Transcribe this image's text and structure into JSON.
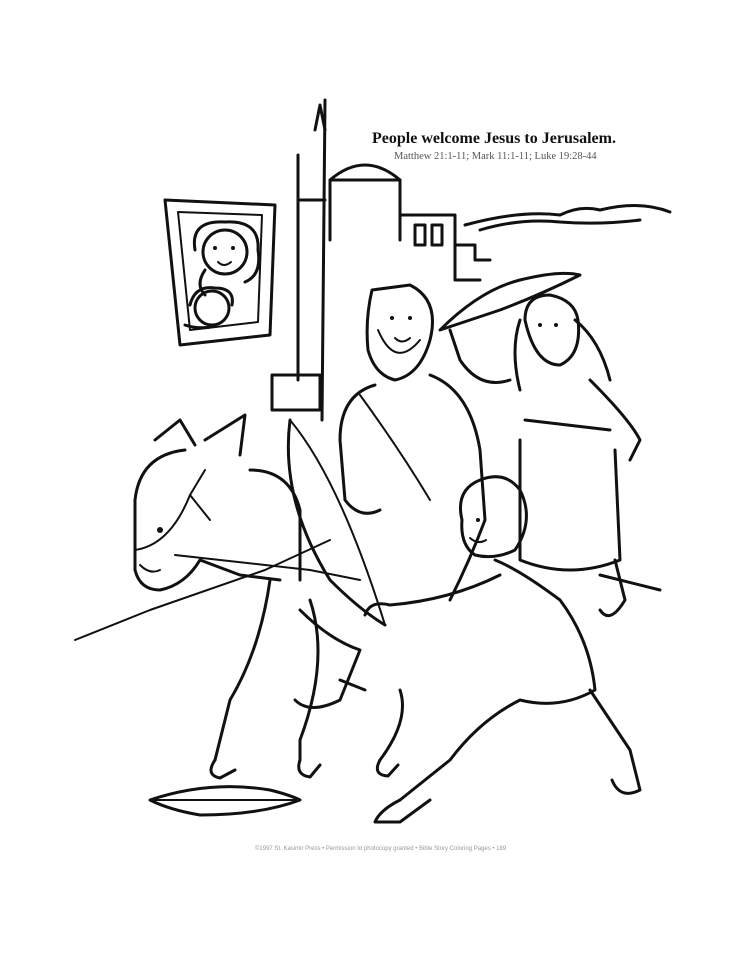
{
  "title": "People welcome Jesus to Jerusalem.",
  "reference": "Matthew 21:1-11; Mark 11:1-11; Luke 19:28-44",
  "footer": "©1997 St. Kasimir Press  •  Permission to photocopy granted  •  Bible Story Coloring Pages  •  189"
}
